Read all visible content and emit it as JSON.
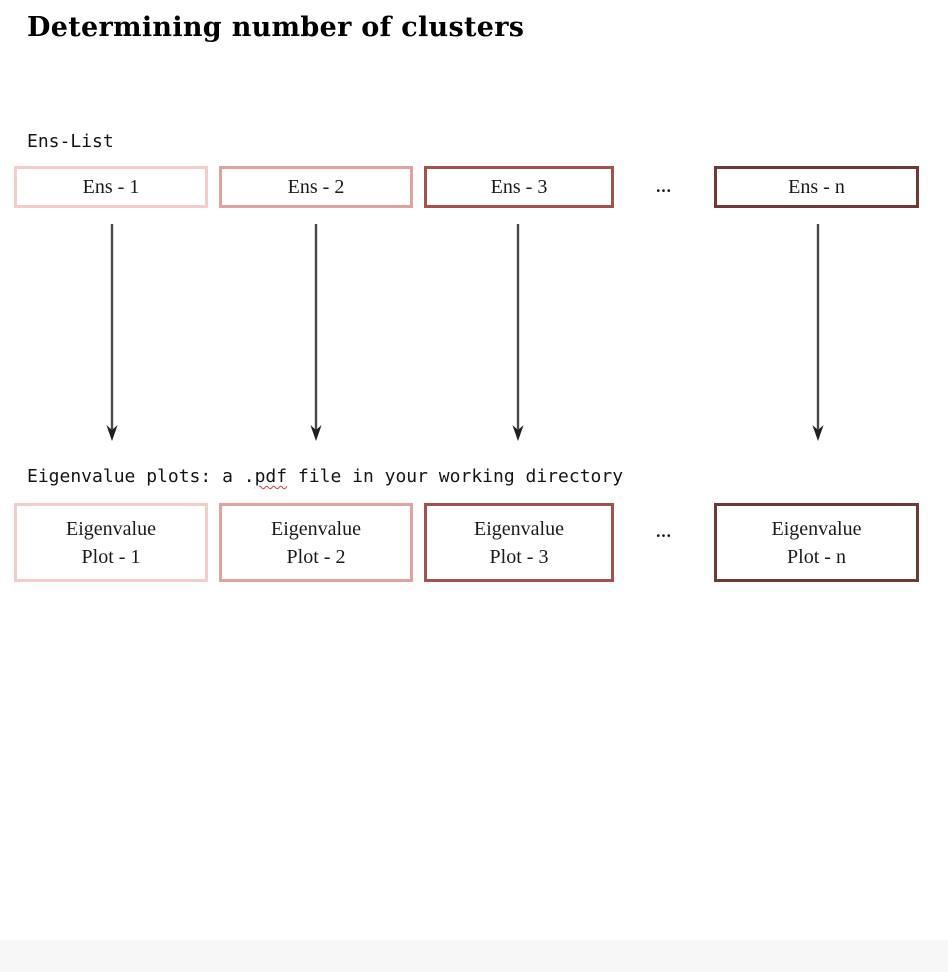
{
  "title": "Determining number of clusters",
  "ens_list": {
    "heading": "Ens-List",
    "ellipsis": "...",
    "boxes": [
      {
        "label": "Ens - 1",
        "border_color": "#f2cdc9"
      },
      {
        "label": "Ens - 2",
        "border_color": "#dfa39f"
      },
      {
        "label": "Ens - 3",
        "border_color": "#a4514d"
      },
      {
        "label": "Ens - n",
        "border_color": "#6e3a38"
      }
    ]
  },
  "plots": {
    "heading": {
      "part1": "Eigenvalue plots: a .",
      "misspelled_word": "pdf",
      "part2": " file in your working directory"
    },
    "ellipsis": "...",
    "boxes": [
      {
        "line1": "Eigenvalue",
        "line2": "Plot - 1",
        "border_color": "#f2cdc9"
      },
      {
        "line1": "Eigenvalue",
        "line2": "Plot - 2",
        "border_color": "#dfa39f"
      },
      {
        "line1": "Eigenvalue",
        "line2": "Plot - 3",
        "border_color": "#a4514d"
      },
      {
        "line1": "Eigenvalue",
        "line2": "Plot - n",
        "border_color": "#6e3a38"
      }
    ]
  },
  "colors": {
    "arrow_shaft": "#4a4a4a",
    "arrow_head": "#1f1f1f",
    "spellcheck_underline": "#e0362c",
    "footer_strip": "#f7f7f7",
    "title_text": "#000000"
  }
}
